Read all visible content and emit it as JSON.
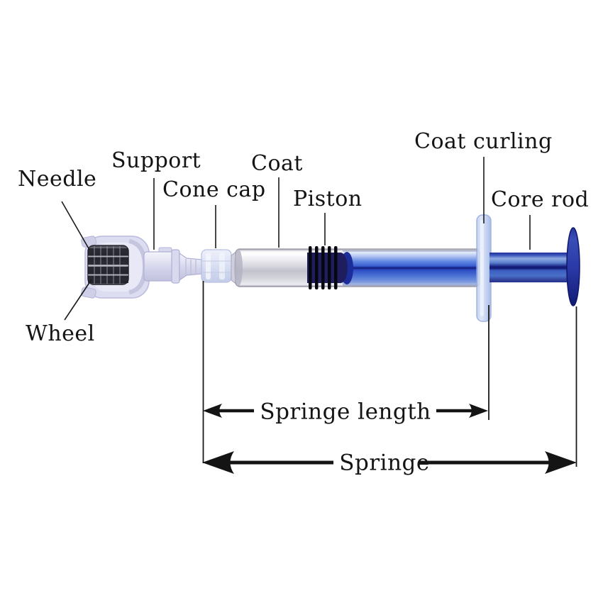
{
  "diagram": {
    "labels": {
      "needle": "Needle",
      "support": "Support",
      "cone_cap": "Cone cap",
      "coat": "Coat",
      "piston": "Piston",
      "coat_curling": "Coat curling",
      "core_rod": "Core rod",
      "wheel": "Wheel"
    },
    "dimensions": {
      "springe_length": "Springe length",
      "springe": "Springe"
    },
    "colors": {
      "liquid_blue": "#3a60d2",
      "dark_navy_line": "#131d7e",
      "rod_blue": "#4a70c8",
      "piston_navy": "#1e1e5e",
      "plastic_lavender": "#d9d9ef",
      "flange_blue": "#c4d2f2",
      "thumb_rest_navy": "#222f98",
      "label_text": "#141414",
      "background": "#ffffff"
    }
  }
}
